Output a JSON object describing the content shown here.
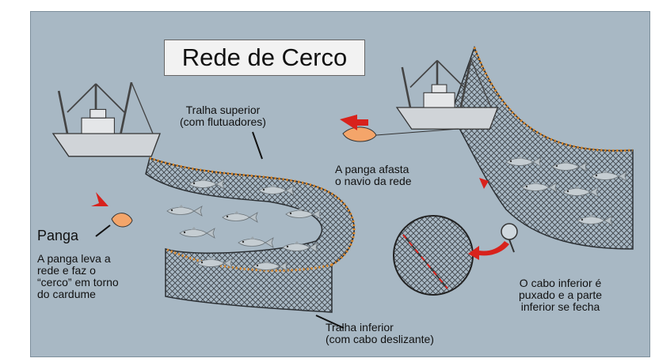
{
  "title": "Rede de Cerco",
  "labels": {
    "top_rope": "Tralha superior\n(com flutuadores)",
    "boat": "Panga",
    "boat_role": "A panga leva a\nrede e faz o\n“cerco” em torno\ndo cardume",
    "bottom_rope": "Tralha inferior\n(com cabo deslizante)",
    "boat_pulls_away": "A panga afasta\no navio da rede",
    "closing": "O cabo inferior é\npuxado e a parte\ninferior se fecha"
  },
  "colors": {
    "background": "#a8b8c4",
    "net": "#3a3f44",
    "floats": "#e08a2a",
    "boat": "#f4a56a",
    "arrow": "#d8221c",
    "ship": "#d0d4d8"
  }
}
